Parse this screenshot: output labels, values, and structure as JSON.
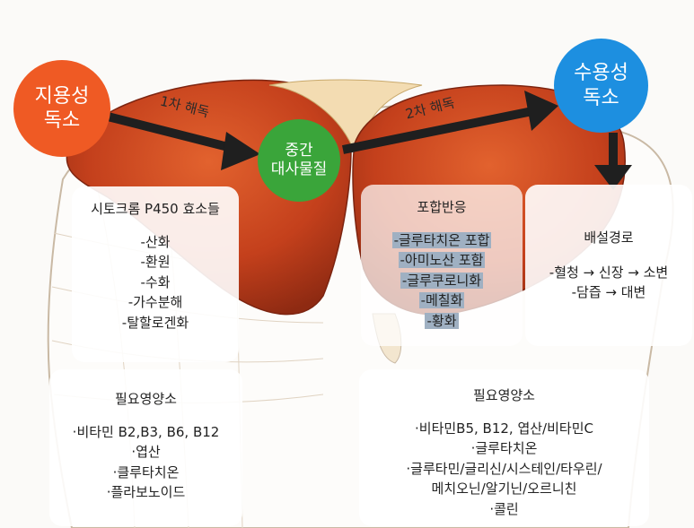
{
  "nodes": {
    "fat_soluble": "지용성\n독소",
    "intermediate": "중간\n대사물질",
    "water_soluble": "수용성\n독소"
  },
  "arrows": {
    "phase1": "1차 해독",
    "phase2": "2차 해독"
  },
  "phase1_box": {
    "title": "시토크롬 P450 효소들",
    "items": [
      "-산화",
      "-환원",
      "-수화",
      "-가수분해",
      "-탈할로겐화"
    ]
  },
  "phase2_box": {
    "title": "포합반응",
    "items": [
      "-글루타치온 포합",
      "-아미노산 포함",
      "-글루쿠로니화",
      "-메칠화",
      "-황화"
    ]
  },
  "excretion_box": {
    "title": "배설경로",
    "items": [
      "-혈청 → 신장 → 소변",
      "-담즙 → 대변"
    ]
  },
  "nutrients_left": {
    "title": "필요영양소",
    "items": [
      "·비타민 B2,B3, B6, B12",
      "·엽산",
      "·클루타치온",
      "·플라보노이드"
    ]
  },
  "nutrients_right": {
    "title": "필요영양소",
    "items": [
      "·비타민B5, B12, 엽산/비타민C",
      "·글루타치온",
      "·글루타민/글리신/시스테인/타우린/",
      "메치오닌/알기닌/오르니친",
      "·콜린"
    ]
  },
  "colors": {
    "fat_node": "#ef5a24",
    "intermediate_node": "#3aa53a",
    "water_node": "#1d8fe0",
    "liver": "#c8401f",
    "arrow": "#1f1f1f",
    "highlight": "#9fb0c2"
  }
}
